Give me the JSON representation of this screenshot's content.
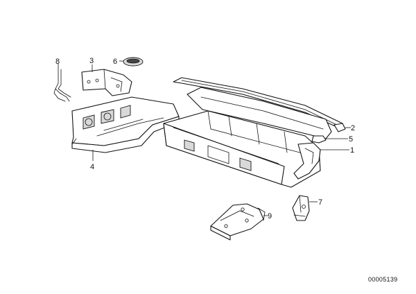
{
  "callouts": {
    "c1": "1",
    "c2": "2",
    "c3": "3",
    "c4": "4",
    "c5": "5",
    "c6": "6",
    "c7": "7",
    "c8": "8",
    "c9": "9"
  },
  "document_number": "00005139"
}
